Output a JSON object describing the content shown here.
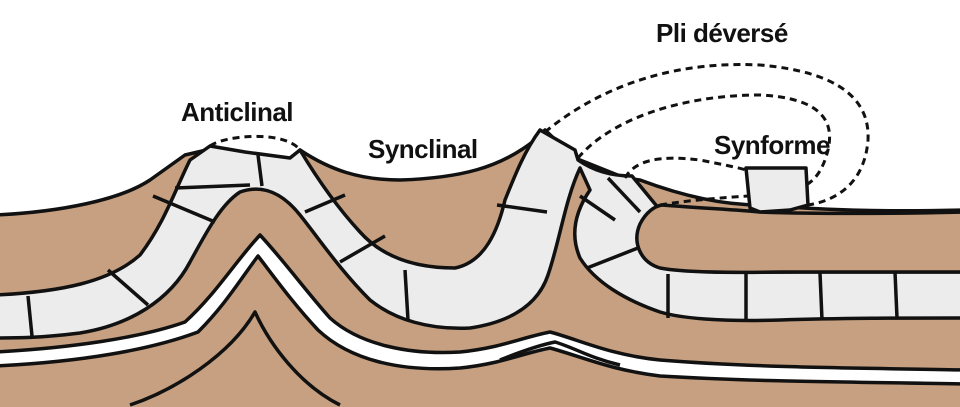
{
  "labels": {
    "anticline": "Anticlinal",
    "syncline": "Synclinal",
    "overturned_fold": "Pli déversé",
    "synform": "Synforme"
  },
  "colors": {
    "rock_brown": "#c6a080",
    "layer_grey": "#ececec",
    "white_band": "#ffffff",
    "outline": "#111111",
    "sky": "#ffffff"
  }
}
